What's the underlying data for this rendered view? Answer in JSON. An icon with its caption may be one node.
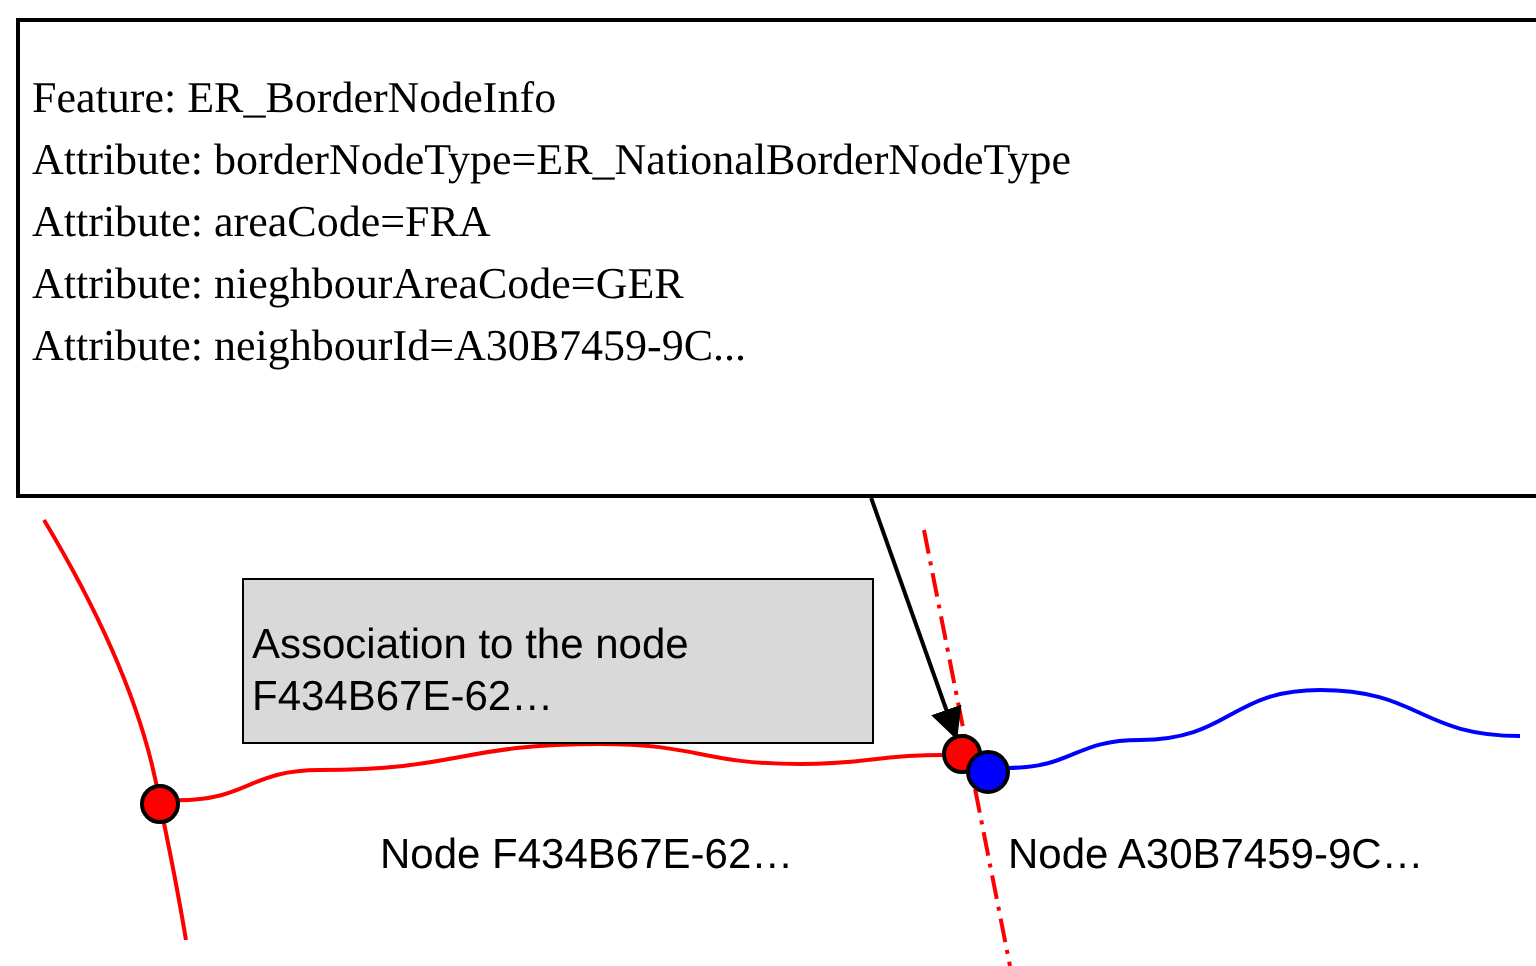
{
  "diagram": {
    "nodes": [
      {
        "text": [
          "Feature: ER_BorderNodeInfo",
          "Attribute: borderNodeType=ER_NationalBorderNodeType",
          "Attribute: areaCode=FRA",
          "Attribute: nieghbourAreaCode=GER",
          "Attribute: neighbourId=A30B7459-9C..."
        ]
      },
      {
        "text": [
          "Association to the node F434B67E-62…"
        ]
      },
      {
        "text": [],
        "shape": "circle"
      },
      {
        "text": [],
        "shape": "circle"
      },
      {
        "text": [],
        "shape": "circle",
        "beside": [
          "Node A30B7459-9C…"
        ]
      }
    ],
    "edges": [
      {
        "from": 0,
        "to": 3,
        "arrow": "to"
      },
      {
        "from": 2,
        "to": 3,
        "arrow": "none",
        "color": "#ff0000"
      },
      {
        "from": 4,
        "to": null,
        "arrow": "none",
        "color": "#0000ff"
      }
    ],
    "labels": [
      "Node F434B67E-62…"
    ]
  }
}
